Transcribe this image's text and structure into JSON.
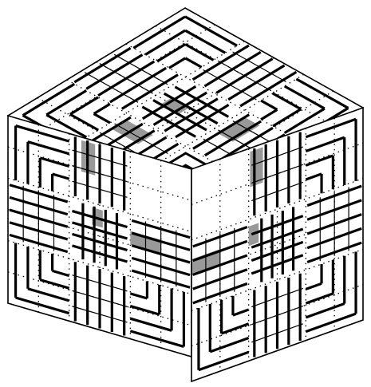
{
  "figure": {
    "kind": "isometric cube puzzle",
    "colors": {
      "background": "#ffffff",
      "line": "#000000",
      "shade": "#999999"
    },
    "grid": {
      "cells_per_edge": 3
    },
    "faces": [
      {
        "id": "top",
        "pieces": [
          {
            "id": "top-corner-back",
            "cell": [
              0,
              0
            ],
            "type": "corner",
            "rot": 0
          },
          {
            "id": "top-edge-right",
            "cell": [
              2,
              0
            ],
            "type": "stripes",
            "orient": "u"
          },
          {
            "id": "top-corner-right",
            "cell": [
              4,
              0
            ],
            "type": "corner",
            "rot": 1
          },
          {
            "id": "top-edge-left",
            "cell": [
              0,
              2
            ],
            "type": "stripes",
            "orient": "v"
          },
          {
            "id": "top-center",
            "cell": [
              2,
              2
            ],
            "type": "cross"
          },
          {
            "id": "top-edge-right2",
            "cell": [
              4,
              2
            ],
            "type": "stripes",
            "orient": "v"
          },
          {
            "id": "top-corner-left",
            "cell": [
              0,
              4
            ],
            "type": "corner",
            "rot": 3
          },
          {
            "id": "top-edge-front",
            "cell": [
              2,
              4
            ],
            "type": "stripes",
            "orient": "u"
          },
          {
            "id": "top-corner-front",
            "cell": [
              4,
              4
            ],
            "type": "nested"
          }
        ],
        "shaded": [
          {
            "id": "top-shade-1",
            "cell": [
              2.35,
              2.85
            ],
            "w": 0.6,
            "h": 0.35
          },
          {
            "id": "top-shade-2",
            "cell": [
              4.2,
              2.2
            ],
            "w": 0.5,
            "h": 0.9
          },
          {
            "id": "top-shade-3",
            "cell": [
              2.2,
              4.2
            ],
            "w": 0.9,
            "h": 0.5
          }
        ]
      },
      {
        "id": "left",
        "pieces": [
          {
            "id": "left-corner-tl",
            "cell": [
              0,
              0
            ],
            "type": "corner",
            "rot": 0
          },
          {
            "id": "left-edge-top",
            "cell": [
              2,
              0
            ],
            "type": "stripes",
            "orient": "v"
          },
          {
            "id": "left-edge-l",
            "cell": [
              0,
              2
            ],
            "type": "stripes",
            "orient": "h"
          },
          {
            "id": "left-center",
            "cell": [
              2,
              2
            ],
            "type": "cross"
          },
          {
            "id": "left-edge-r",
            "cell": [
              4,
              2
            ],
            "type": "stripes",
            "orient": "h"
          },
          {
            "id": "left-corner-bl",
            "cell": [
              0,
              4
            ],
            "type": "corner",
            "rot": 3
          },
          {
            "id": "left-edge-bot",
            "cell": [
              2,
              4
            ],
            "type": "stripes",
            "orient": "v"
          },
          {
            "id": "left-corner-br",
            "cell": [
              4,
              4
            ],
            "type": "corner",
            "rot": 2
          }
        ],
        "shaded": [
          {
            "id": "left-shade-1",
            "cell": [
              2.4,
              0.1
            ],
            "w": 0.45,
            "h": 1.0
          },
          {
            "id": "left-shade-2",
            "cell": [
              2.75,
              2.15
            ],
            "w": 0.35,
            "h": 0.55
          },
          {
            "id": "left-shade-3",
            "cell": [
              4.0,
              2.55
            ],
            "w": 1.0,
            "h": 0.45
          }
        ]
      },
      {
        "id": "right",
        "pieces": [
          {
            "id": "right-edge-top",
            "cell": [
              2,
              0
            ],
            "type": "stripes",
            "orient": "v"
          },
          {
            "id": "right-corner-tr",
            "cell": [
              4,
              0
            ],
            "type": "corner",
            "rot": 1
          },
          {
            "id": "right-edge-l",
            "cell": [
              0,
              2
            ],
            "type": "stripes",
            "orient": "h"
          },
          {
            "id": "right-center",
            "cell": [
              2,
              2
            ],
            "type": "cross"
          },
          {
            "id": "right-edge-r",
            "cell": [
              4,
              2
            ],
            "type": "stripes",
            "orient": "h"
          },
          {
            "id": "right-corner-bl",
            "cell": [
              0,
              4
            ],
            "type": "corner",
            "rot": 3
          },
          {
            "id": "right-edge-bot",
            "cell": [
              2,
              4
            ],
            "type": "stripes",
            "orient": "v"
          },
          {
            "id": "right-corner-br",
            "cell": [
              4,
              4
            ],
            "type": "corner",
            "rot": 2
          }
        ],
        "shaded": [
          {
            "id": "right-shade-1",
            "cell": [
              2.05,
              0.1
            ],
            "w": 0.45,
            "h": 1.0
          },
          {
            "id": "right-shade-2",
            "cell": [
              0.0,
              2.55
            ],
            "w": 1.0,
            "h": 0.45
          },
          {
            "id": "right-shade-3",
            "cell": [
              2.0,
              2.2
            ],
            "w": 0.35,
            "h": 0.55
          }
        ]
      }
    ]
  }
}
